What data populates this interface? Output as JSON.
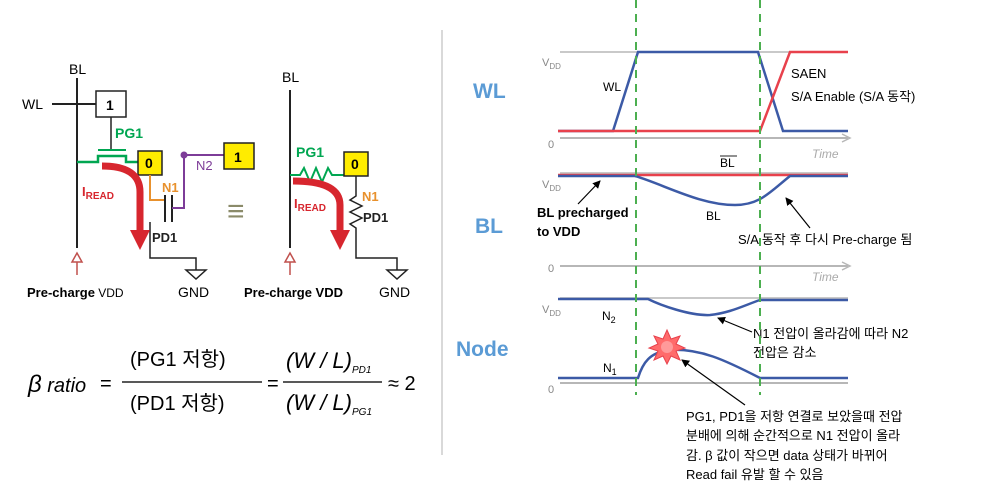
{
  "circuit_left": {
    "bl": "BL",
    "wl": "WL",
    "box_wl": "1",
    "pg1": "PG1",
    "box_node": "0",
    "n1": "N1",
    "n2": "N2",
    "box_n2": "1",
    "iread_i": "I",
    "iread_sub": "READ",
    "pd1": "PD1",
    "gnd": "GND",
    "precharge_main": "Pre-charge",
    "precharge_sub": " VDD"
  },
  "equiv_symbol": "≡",
  "circuit_right": {
    "bl": "BL",
    "pg1": "PG1",
    "box_node": "0",
    "n1": "N1",
    "iread_i": "I",
    "iread_sub": "READ",
    "pd1": "PD1",
    "gnd": "GND",
    "precharge": "Pre-charge VDD"
  },
  "formula": {
    "beta": "β",
    "ratio": " ratio",
    "eq1": "=",
    "num": "(PG1 저항)",
    "den": "(PD1 저항)",
    "eq2": "=",
    "wl_num": "(W / L)",
    "sub_num": "PD1",
    "wl_den": "(W / L)",
    "sub_den": "PG1",
    "approx": "≈ 2"
  },
  "timing": {
    "labels": {
      "wl": "WL",
      "bl": "BL",
      "node": "Node"
    },
    "wl_panel": {
      "vdd": "V",
      "vdd_sub": "DD",
      "zero": "0",
      "wl_curve": "WL",
      "saen": "SAEN",
      "sa_enable": "S/A Enable (S/A 동작)",
      "time": "Time"
    },
    "bl_panel": {
      "vdd": "V",
      "vdd_sub": "DD",
      "zero": "0",
      "blbar": "BL",
      "bl": "BL",
      "precharged_line1": "BL precharged",
      "precharged_line2": "to VDD",
      "sa_note": "S/A 동작 후 다시 Pre-charge 됨",
      "time": "Time"
    },
    "node_panel": {
      "vdd": "V",
      "vdd_sub": "DD",
      "zero": "0",
      "n2": "N",
      "n2_sub": "2",
      "n1": "N",
      "n1_sub": "1",
      "n2_note_line1": "N1 전압이 올라감에 따라 N2",
      "n2_note_line2": "전압은 감소",
      "bottom_note_line1": "PG1, PD1을 저항 연결로 보았을때 전압",
      "bottom_note_line2": "분배에 의해 순간적으로 N1 전압이 올라",
      "bottom_note_line3": "감. β 값이 작으면 data 상태가 바뀌어",
      "bottom_note_line4": "Read fail 유발 할 수 있음"
    },
    "colors": {
      "label_blue": "#5b9bd5",
      "wave_blue": "#3c5aa6",
      "wave_red": "#e8414c",
      "guide_green": "#4caf50",
      "axis_gray": "#b7b7b7"
    }
  },
  "circuit_colors": {
    "green_box": "#00a651",
    "red_arrow": "#d7262e",
    "orange": "#e8912d",
    "purple": "#7d3c98",
    "yellow": "#ffec00"
  }
}
